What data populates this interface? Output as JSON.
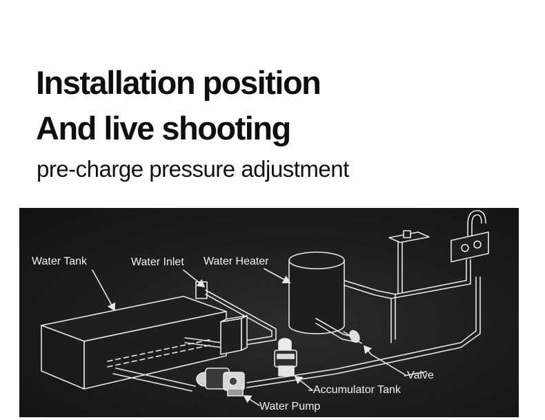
{
  "header": {
    "title_line1": "Installation position",
    "title_line2": "And live shooting",
    "subtitle": "pre-charge pressure adjustment"
  },
  "diagram": {
    "labels": {
      "water_tank": "Water Tank",
      "water_inlet": "Water Inlet",
      "water_heater": "Water Heater",
      "valve": "Valve",
      "accumulator_tank": "Accumulator Tank",
      "water_pump": "Water Pump"
    },
    "colors": {
      "background": "#1c1c1c",
      "line": "#e8e8e8",
      "label_text": "#f2f2f2"
    }
  }
}
